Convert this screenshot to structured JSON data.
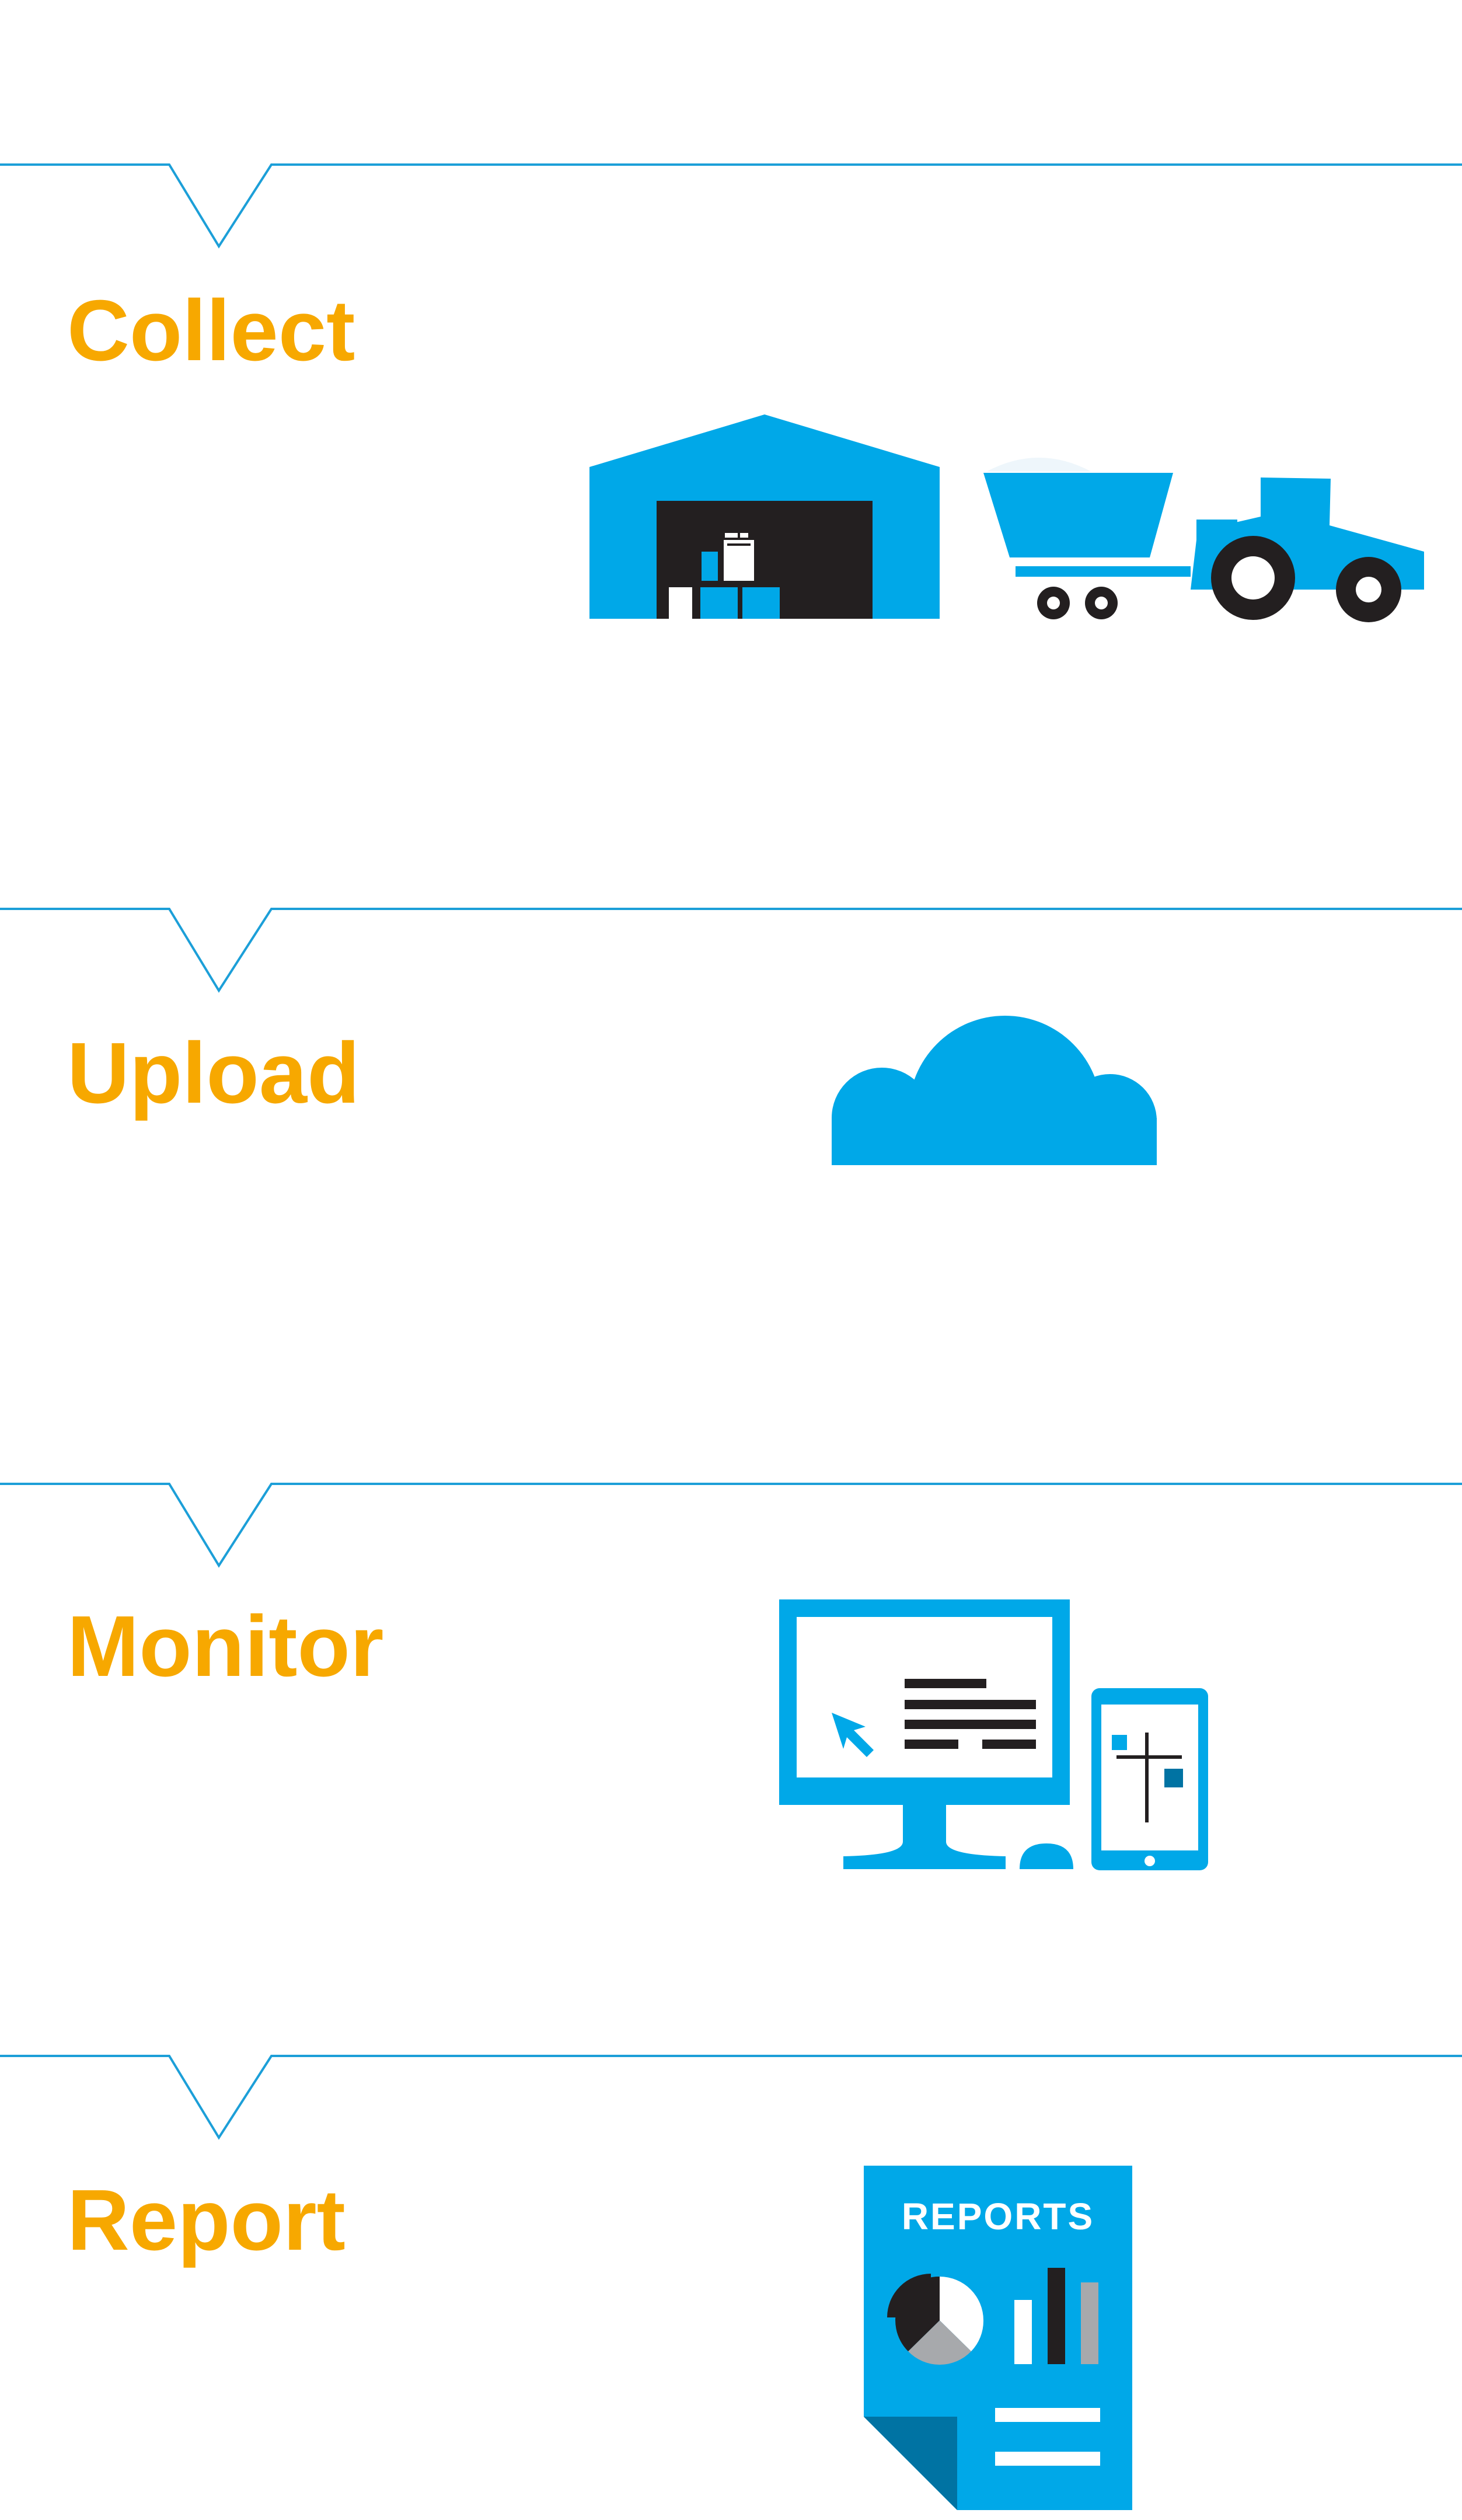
{
  "colors": {
    "blue": "#00a8e8",
    "dark_blue": "#0073a3",
    "orange": "#f7a800",
    "black": "#231f20",
    "gray": "#a7a9ac",
    "line": "#1c9fd8"
  },
  "steps": [
    {
      "title": "Collect",
      "icon": "warehouse-and-tractor-icon"
    },
    {
      "title": "Upload",
      "icon": "cloud-icon"
    },
    {
      "title": "Monitor",
      "icon": "computer-and-tablet-icon"
    },
    {
      "title": "Report",
      "icon": "report-document-icon",
      "icon_text": "REPORTS"
    }
  ]
}
